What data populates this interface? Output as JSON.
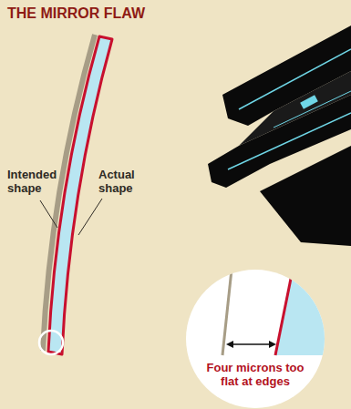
{
  "diagram": {
    "title": "THE MIRROR FLAW",
    "nodes": [
      {
        "text": [
          "Four microns too flat at edges"
        ]
      }
    ],
    "labels": [
      "Intended shape",
      "Actual shape"
    ]
  }
}
